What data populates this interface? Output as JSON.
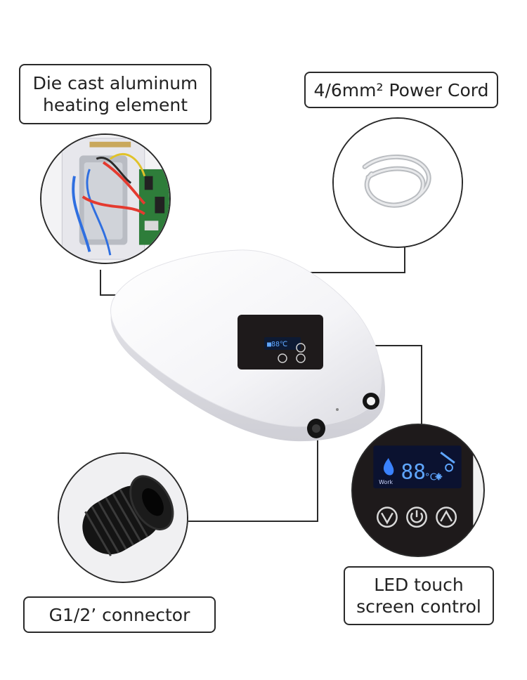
{
  "labels": {
    "heating_element": "Die cast aluminum\nheating element",
    "power_cord": "4/6mm² Power Cord",
    "connector": "G1/2’ connector",
    "led_control": "LED touch\nscreen control"
  },
  "display": {
    "temperature": "88",
    "unit": "°C",
    "mode": "Work"
  },
  "colors": {
    "outline": "#2a2a2a",
    "panel": "#1e1a1b",
    "display_glow": "#5fa6ff"
  },
  "icons": [
    "flame-icon",
    "shower-icon",
    "fan-icon",
    "down-arrow-icon",
    "power-icon",
    "up-arrow-icon"
  ]
}
